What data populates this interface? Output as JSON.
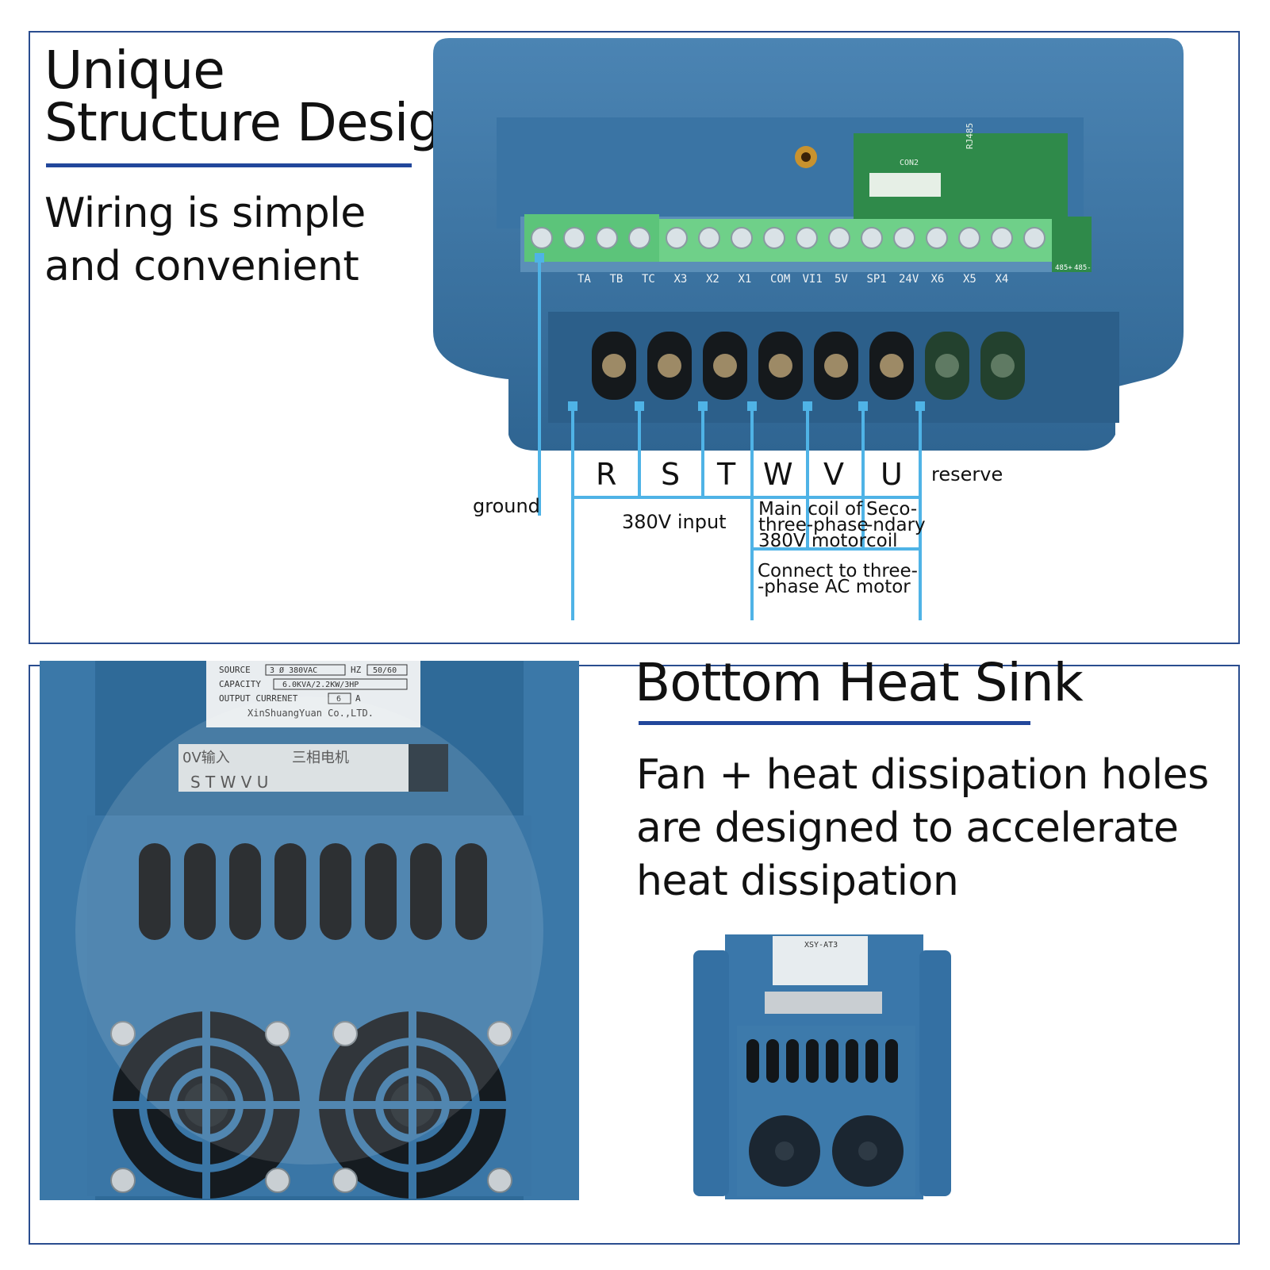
{
  "top_panel": {
    "heading": "Unique\nStructure Design",
    "text": "Wiring is simple\nand convenient",
    "device_photo": {
      "board_labels": [
        "TA",
        "TB",
        "TC",
        "X3",
        "X2",
        "X1",
        "COM",
        "VI1",
        "5V",
        "SP1",
        "24V",
        "X6",
        "X5",
        "X4"
      ],
      "pcb_labels": [
        "CON2",
        "RJ485",
        "485+",
        "485-"
      ]
    },
    "wiring": {
      "ground_label": "ground",
      "terminals": [
        "R",
        "S",
        "T",
        "W",
        "V",
        "U"
      ],
      "reserve_label": "reserve",
      "input_label": "380V input",
      "main_coil_label": "Main coil of\nthree-phase\n380V motor",
      "secondary_coil_label": "Seco-\n-ndary\ncoil",
      "motor_label": "Connect to three-\n-phase AC motor"
    },
    "colors": {
      "accent_line": "#4fb3e6",
      "frame": "#2a4d8f",
      "rule": "#22479b",
      "device_blue": "#3f78a8"
    }
  },
  "bottom_panel": {
    "heading": "Bottom Heat Sink",
    "text": "Fan + heat dissipation holes\nare designed to accelerate\nheat dissipation",
    "nameplate": {
      "source_label": "SOURCE",
      "source_value": "3 Ø  380VAC",
      "hz_label": "HZ",
      "hz_value": "50/60",
      "capacity_label": "CAPACITY",
      "capacity_value": "6.0KVA/2.2KW/3HP",
      "output_label": "OUTPUT CURRENET",
      "output_value": "6",
      "output_unit": "A",
      "maker": "XinShuangYuan Co.,LTD.",
      "sticker_left": "0V输入",
      "sticker_right": "三相电机",
      "sticker_letters": "S   T   W   V   U"
    },
    "small_device_model": "XSY-AT3"
  }
}
